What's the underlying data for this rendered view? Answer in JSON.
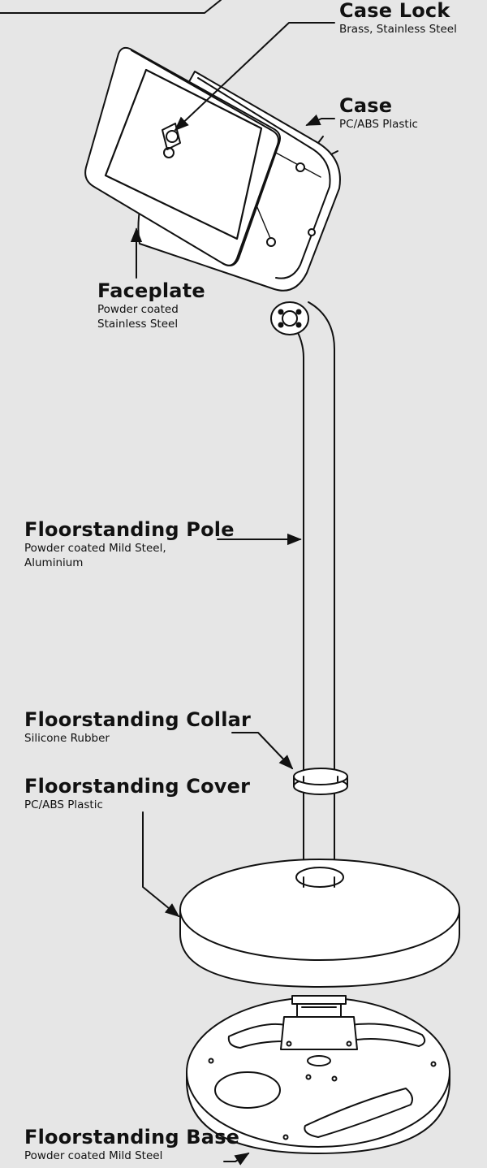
{
  "labels": {
    "case_lock": {
      "title": "Case Lock",
      "sub": [
        "Brass, Stainless Steel"
      ]
    },
    "case": {
      "title": "Case",
      "sub": [
        "PC/ABS Plastic"
      ]
    },
    "faceplate": {
      "title": "Faceplate",
      "sub": [
        "Powder coated",
        "Stainless Steel"
      ]
    },
    "pole": {
      "title": "Floorstanding Pole",
      "sub": [
        "Powder coated Mild Steel,",
        "Aluminium"
      ]
    },
    "collar": {
      "title": "Floorstanding Collar",
      "sub": [
        "Silicone Rubber"
      ]
    },
    "cover": {
      "title": "Floorstanding Cover",
      "sub": [
        "PC/ABS Plastic"
      ]
    },
    "base": {
      "title": "Floorstanding Base",
      "sub": [
        "Powder coated Mild Steel"
      ]
    }
  },
  "colors": {
    "background": "#e6e6e6",
    "line": "#111111",
    "fill": "#ffffff"
  }
}
